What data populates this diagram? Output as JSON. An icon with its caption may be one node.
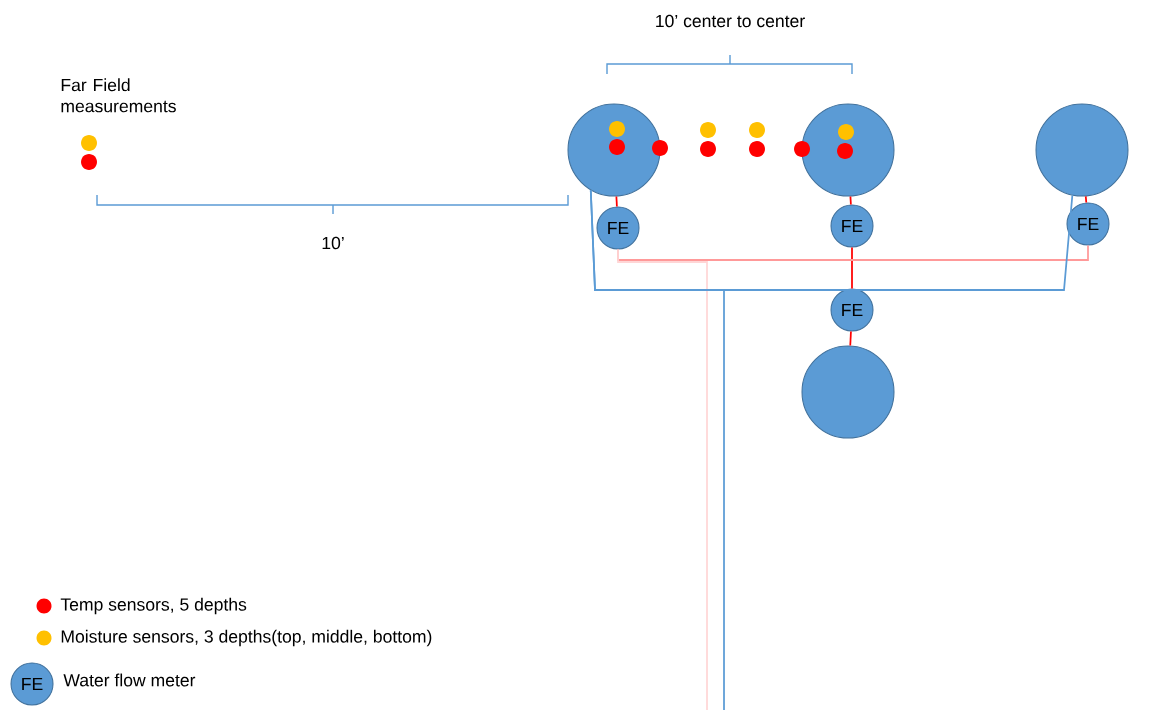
{
  "diagram": {
    "nodes": [
      {
        "text": [],
        "shape": "circle"
      },
      {
        "text": [],
        "shape": "circle"
      },
      {
        "text": [],
        "shape": "circle"
      },
      {
        "text": [],
        "shape": "circle"
      },
      {
        "text": [
          "FE"
        ]
      },
      {
        "text": [
          "FE"
        ]
      },
      {
        "text": [
          "FE"
        ]
      },
      {
        "text": [
          "FE"
        ]
      },
      {
        "text": [
          "FE"
        ],
        "beside": [
          "Water flow meter"
        ]
      }
    ],
    "edges": [
      {
        "from": 0,
        "to": 4,
        "arrow": "none"
      },
      {
        "from": 1,
        "to": 5,
        "arrow": "none"
      },
      {
        "from": 2,
        "to": 6,
        "arrow": "none"
      },
      {
        "from": 5,
        "to": 7,
        "arrow": "none"
      },
      {
        "from": 7,
        "to": 3,
        "arrow": "none"
      },
      {
        "from": 4,
        "to": 6,
        "arrow": "none",
        "color": "#ff9999"
      },
      {
        "from": null,
        "to": 4,
        "arrow": "none",
        "color": "#ffd6d6"
      },
      {
        "from": 0,
        "to": 2,
        "arrow": "none",
        "color": "#5b9bd5"
      },
      {
        "from": null,
        "to": 0,
        "arrow": "none",
        "color": "#5b9bd5"
      }
    ],
    "labels": [
      "10’ center to center",
      "Far Field measurements",
      "10’"
    ],
    "legend": [
      {
        "text": "Temp sensors, 5 depths",
        "color": "#ff0000"
      },
      {
        "text": "Moisture sensors, 3 depths(top, middle, bottom)",
        "color": "#ffc000"
      }
    ]
  }
}
